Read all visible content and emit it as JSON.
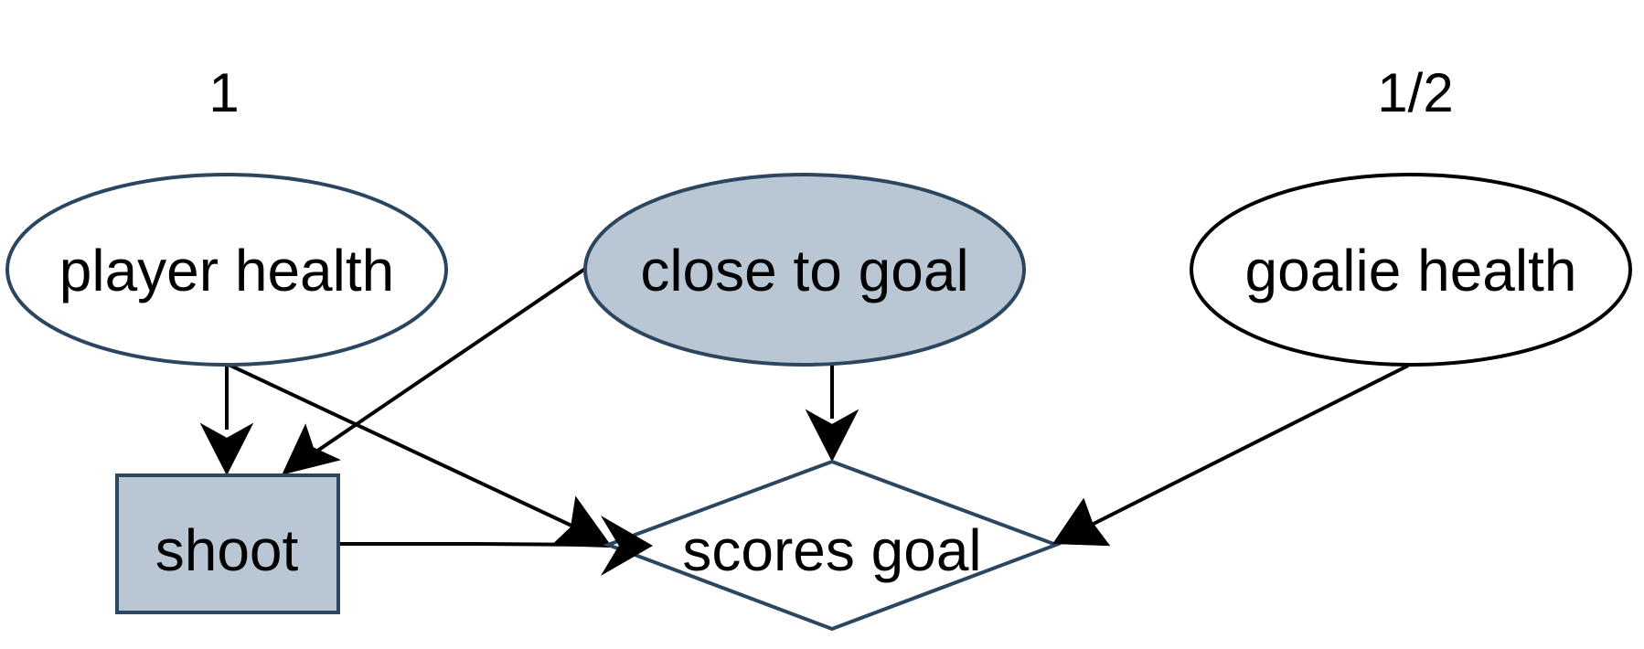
{
  "labels": {
    "left": "1",
    "right": "1/2"
  },
  "nodes": {
    "player_health": {
      "label": "player health",
      "shape": "ellipse",
      "fill": "#ffffff",
      "stroke": "#2d4660"
    },
    "close_to_goal": {
      "label": "close to goal",
      "shape": "ellipse",
      "fill": "#b8c7d3",
      "stroke": "#2d4660"
    },
    "goalie_health": {
      "label": "goalie health",
      "shape": "ellipse",
      "fill": "#ffffff",
      "stroke": "#000000"
    },
    "shoot": {
      "label": "shoot",
      "shape": "rectangle",
      "fill": "#b8c7d3",
      "stroke": "#2d4660"
    },
    "scores_goal": {
      "label": "scores goal",
      "shape": "diamond",
      "fill": "#ffffff",
      "stroke": "#2d4660"
    }
  },
  "edges": [
    {
      "from": "player health",
      "to": "shoot"
    },
    {
      "from": "player health",
      "to": "scores goal"
    },
    {
      "from": "close to goal",
      "to": "shoot"
    },
    {
      "from": "close to goal",
      "to": "scores goal"
    },
    {
      "from": "goalie health",
      "to": "scores goal"
    },
    {
      "from": "shoot",
      "to": "scores goal"
    }
  ]
}
